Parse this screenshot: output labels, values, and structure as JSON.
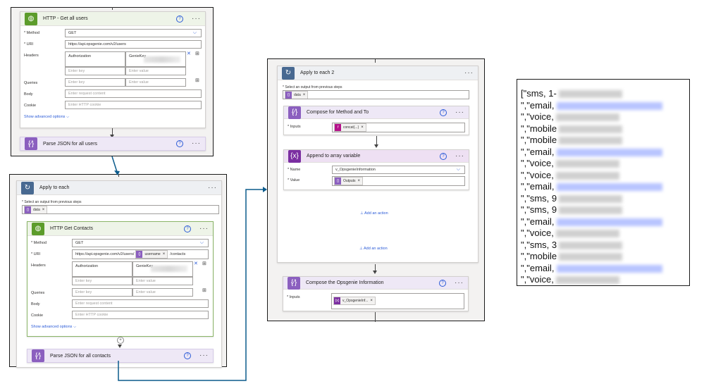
{
  "panel1": {
    "http_get_users": {
      "title": "HTTP - Get all users",
      "method_label": "* Method",
      "method_value": "GET",
      "uri_label": "* URI",
      "uri_value": "https://api.opsgenie.com/v2/users",
      "headers_label": "Headers",
      "header_key": "Authorization",
      "header_value": "GenieKey",
      "enter_key": "Enter key",
      "enter_value": "Enter value",
      "queries_label": "Queries",
      "body_label": "Body",
      "body_placeholder": "Enter request content",
      "cookie_label": "Cookie",
      "cookie_placeholder": "Enter HTTP cookie",
      "show_advanced": "Show advanced options"
    },
    "parse_users": {
      "title": "Parse JSON for all users"
    }
  },
  "panel2": {
    "apply_each": {
      "title": "Apply to each",
      "select_label": "* Select an output from previous steps",
      "token": "data"
    },
    "http_contacts": {
      "title": "HTTP Get Contacts",
      "method_label": "* Method",
      "method_value": "GET",
      "uri_label": "* URI",
      "uri_prefix": "https://api.opsgenie.com/v2/users/",
      "uri_token": "username",
      "uri_suffix": "/contacts",
      "headers_label": "Headers",
      "header_key": "Authorization",
      "header_value": "GenieKey",
      "enter_key": "Enter key",
      "enter_value": "Enter value",
      "queries_label": "Queries",
      "body_label": "Body",
      "body_placeholder": "Enter request content",
      "cookie_label": "Cookie",
      "cookie_placeholder": "Enter HTTP cookie",
      "show_advanced": "Show advanced options"
    },
    "parse_contacts": {
      "title": "Parse JSON for all contacts"
    }
  },
  "panel3": {
    "apply_each2": {
      "title": "Apply to each 2",
      "select_label": "* Select an output from previous steps",
      "token": "data"
    },
    "compose_method": {
      "title": "Compose for Method and To",
      "inputs_label": "* Inputs",
      "token": "concat(...)"
    },
    "append_array": {
      "title": "Append to array variable",
      "name_label": "* Name",
      "name_value": "v_OpsgenieInformation",
      "value_label": "* Value",
      "value_token": "Outputs"
    },
    "add_action_inner": "Add an action",
    "add_action_outer": "Add an action",
    "compose_info": {
      "title": "Compose the Opsgenie Information",
      "inputs_label": "* Inputs",
      "token": "v_OpsgenieInf..."
    }
  },
  "output_text": {
    "lines": [
      "[\"sms, 1-",
      "\",\"email,",
      "\",\"voice,",
      "\",\"mobile",
      "\",\"mobile",
      "\",\"email,",
      "\",\"voice,",
      "\",\"voice,",
      "\",\"email,",
      "\",\"sms, 9",
      "\",\"sms, 9",
      "\",\"email,",
      "\",\"voice,",
      "\",\"sms, 3",
      "\",\"mobile",
      "\",\"email,",
      "\",\"voice,"
    ]
  },
  "colors": {
    "http_green": "#5c9c2b",
    "json_purple": "#8b5fbf",
    "loop_blue": "#486991",
    "variable_purple": "#7b2ea1",
    "link_blue": "#2b5bd7",
    "connector_blue": "#0b5b8c"
  },
  "icons": [
    "globe-icon",
    "curly-braces-icon",
    "loop-icon",
    "function-icon",
    "variable-icon",
    "help-icon",
    "more-icon",
    "chevron-down-icon",
    "close-icon",
    "table-mode-icon",
    "add-action-icon",
    "arrow-down-icon"
  ]
}
